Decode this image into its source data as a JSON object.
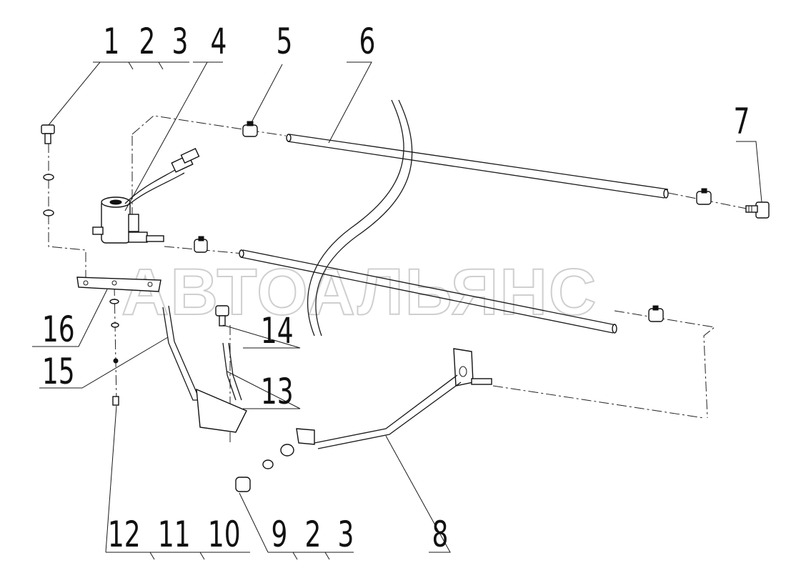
{
  "watermark": "АВТОАЛЬЯНС",
  "callouts": {
    "c1": "1",
    "c2": "2",
    "c3": "3",
    "c4": "4",
    "c5": "5",
    "c6": "6",
    "c7": "7",
    "c8": "8",
    "c9": "9",
    "c2b": "2",
    "c3b": "3",
    "c10": "10",
    "c11": "11",
    "c12": "12",
    "c13": "13",
    "c14": "14",
    "c15": "15",
    "c16": "16"
  }
}
